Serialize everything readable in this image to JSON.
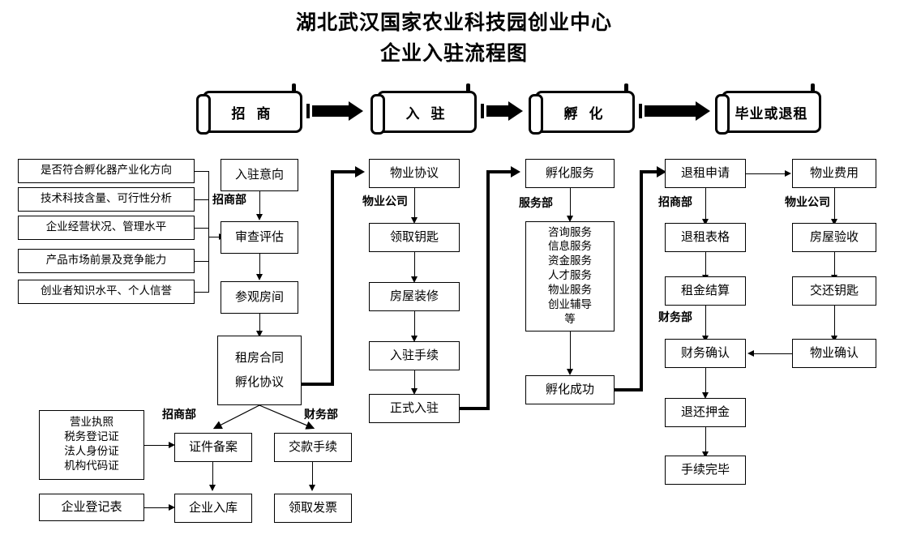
{
  "title": {
    "line1": "湖北武汉国家农业科技园创业中心",
    "line2": "企业入驻流程图"
  },
  "stages": [
    {
      "label": "招  商"
    },
    {
      "label": "入  驻"
    },
    {
      "label": "孵  化"
    },
    {
      "label": "毕业或退租"
    }
  ],
  "criteria": {
    "items": [
      "是否符合孵化器产业化方向",
      "技术科技含量、可行性分析",
      "企业经营状况、管理水平",
      "产品市场前景及竞争能力",
      "创业者知识水平、个人信誉"
    ]
  },
  "columns": {
    "recruit": {
      "dept": "招商部",
      "steps": [
        "入驻意向",
        "审查评估",
        "参观房间"
      ],
      "contract": {
        "line1": "租房合同",
        "line2": "孵化协议"
      }
    },
    "movein": {
      "dept": "物业公司",
      "steps": [
        "物业协议",
        "领取钥匙",
        "房屋装修",
        "入驻手续",
        "正式入驻"
      ]
    },
    "incubate": {
      "dept": "服务部",
      "head": "孵化服务",
      "services": [
        "咨询服务",
        "信息服务",
        "资金服务",
        "人才服务",
        "物业服务",
        "创业辅导",
        "等"
      ],
      "result": "孵化成功"
    },
    "exit": {
      "dept_top": "招商部",
      "dept_mid": "财务部",
      "steps": [
        "退租申请",
        "退租表格",
        "租金结算",
        "财务确认",
        "退还押金",
        "手续完毕"
      ]
    },
    "property": {
      "dept": "物业公司",
      "steps": [
        "物业费用",
        "房屋验收",
        "交还钥匙",
        "物业确认"
      ]
    }
  },
  "bottom": {
    "documents": [
      "营业执照",
      "税务登记证",
      "法人身份证",
      "机构代码证"
    ],
    "registration_form": "企业登记表",
    "dept_left": "招商部",
    "dept_right": "财务部",
    "left_steps": [
      "证件备案",
      "企业入库"
    ],
    "right_steps": [
      "交款手续",
      "领取发票"
    ]
  },
  "colors": {
    "ink": "#000000",
    "paper": "#ffffff"
  }
}
